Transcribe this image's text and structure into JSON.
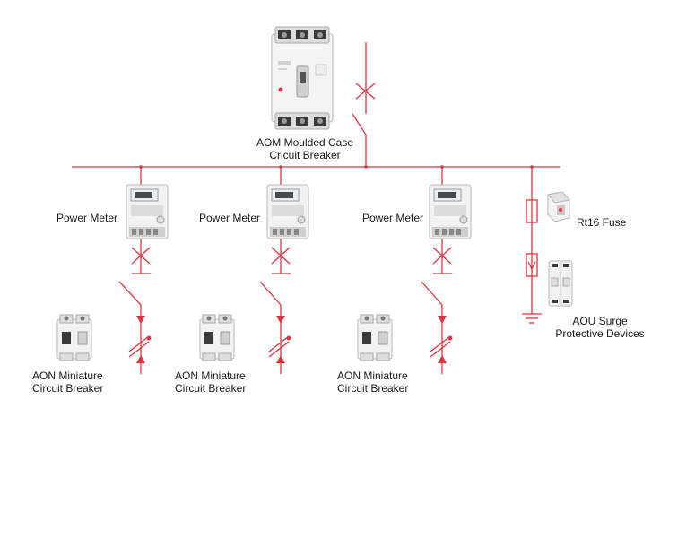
{
  "colors": {
    "wire": "#e0323e",
    "text": "#1a1a1a",
    "device_body": "#f2f2f2",
    "device_edge": "#b9b9b9",
    "terminal": "#3a3a3a"
  },
  "main_breaker": {
    "label_line1": "AOM Moulded Case",
    "label_line2": "Cricuit Breaker",
    "icon": "moulded-case-breaker-icon"
  },
  "power_meters": [
    {
      "label": "Power Meter",
      "icon": "power-meter-icon"
    },
    {
      "label": "Power Meter",
      "icon": "power-meter-icon"
    },
    {
      "label": "Power Meter",
      "icon": "power-meter-icon"
    }
  ],
  "miniature_breakers": [
    {
      "label_line1": "AON Miniature",
      "label_line2": "Circuit Breaker",
      "icon": "miniature-breaker-icon"
    },
    {
      "label_line1": "AON Miniature",
      "label_line2": "Circuit Breaker",
      "icon": "miniature-breaker-icon"
    },
    {
      "label_line1": "AON Miniature",
      "label_line2": "Circuit Breaker",
      "icon": "miniature-breaker-icon"
    }
  ],
  "fuse": {
    "label": "Rt16  Fuse",
    "icon": "fuse-icon"
  },
  "surge": {
    "label_line1": "AOU Surge",
    "label_line2": "Protective Devices",
    "icon": "surge-protector-icon"
  }
}
